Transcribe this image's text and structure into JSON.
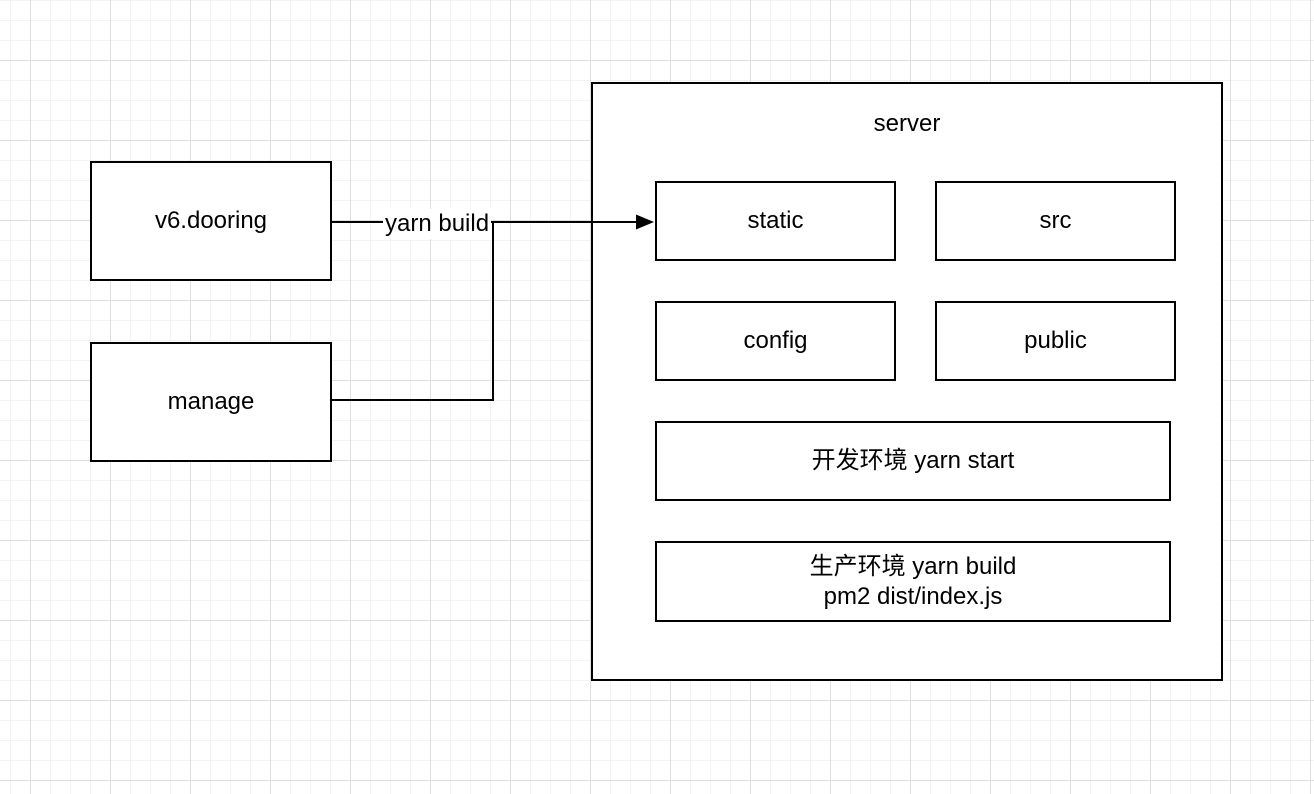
{
  "diagram": {
    "left_nodes": [
      {
        "id": "v6-dooring",
        "label": "v6.dooring"
      },
      {
        "id": "manage",
        "label": "manage"
      }
    ],
    "edge": {
      "label": "yarn build"
    },
    "server_group": {
      "title": "server",
      "children": [
        {
          "id": "static",
          "label": "static"
        },
        {
          "id": "src",
          "label": "src"
        },
        {
          "id": "config",
          "label": "config"
        },
        {
          "id": "public",
          "label": "public"
        },
        {
          "id": "dev-env",
          "label": "开发环境 yarn start"
        },
        {
          "id": "prod-env",
          "label_line1": "生产环境 yarn build",
          "label_line2": "pm2 dist/index.js"
        }
      ]
    },
    "colors": {
      "stroke": "#000000",
      "node_fill": "#ffffff",
      "background": "#ffffff",
      "grid_minor": "#f3f3f3",
      "grid_major": "#dedede"
    }
  }
}
